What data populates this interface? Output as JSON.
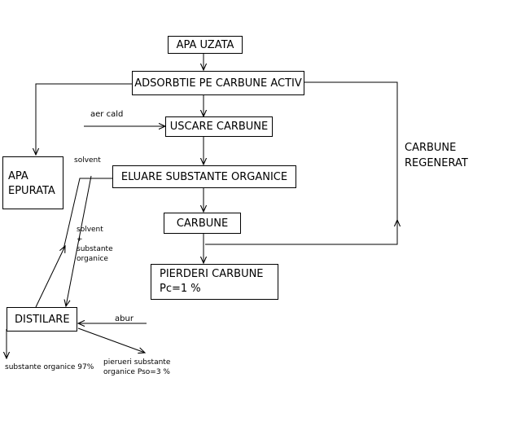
{
  "nodes": {
    "apa_uzata": "APA UZATA",
    "adsorbtie": "ADSORBTIE PE CARBUNE ACTIV",
    "uscare": "USCARE CARBUNE",
    "eluare": "ELUARE SUBSTANTE ORGANICE",
    "carbune": "CARBUNE",
    "pierderi_line1": "PIERDERI CARBUNE",
    "pierderi_line2": "Pc=1 %",
    "apa_epurata_line1": "APA",
    "apa_epurata_line2": "EPURATA",
    "distilare": "DISTILARE"
  },
  "labels": {
    "aer_cald": "aer cald",
    "solvent": "solvent",
    "solvent_mix_line1": "solvent",
    "solvent_mix_line2": "+",
    "solvent_mix_line3": "substante",
    "solvent_mix_line4": "organice",
    "carbune_regenerat_line1": "CARBUNE",
    "carbune_regenerat_line2": "REGENERAT",
    "abur": "abur",
    "substante_organice": "substante organice 97%",
    "pierderi_subst_line1": "pierueri substante",
    "pierderi_subst_line2": "organice Pso=3 %"
  }
}
